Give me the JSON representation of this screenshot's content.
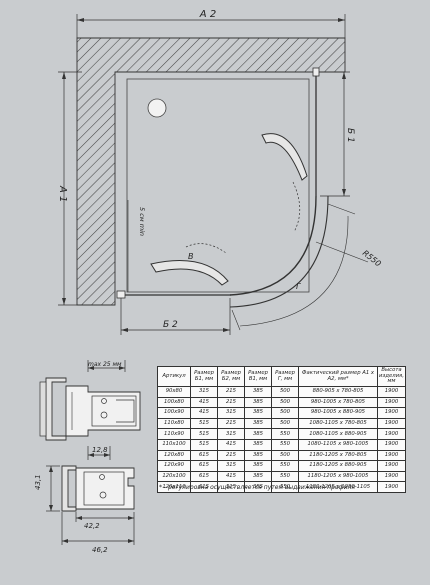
{
  "plan": {
    "label_a2": "A 2",
    "label_a1": "A 1",
    "label_b1": "Б 1",
    "label_b2": "Б 2",
    "label_b": "В",
    "label_g": "Г",
    "label_r550": "R550",
    "label_clearance": "5 см min"
  },
  "profile_top": {
    "max_label": "max 25 мм"
  },
  "profile_bottom": {
    "dim_128": "12,8",
    "dim_431": "43,1",
    "dim_422": "42,2",
    "dim_462": "46,2"
  },
  "table": {
    "headers": [
      "Артикул",
      "Размер Б1, мм",
      "Размер Б2, мм",
      "Размер В1, мм",
      "Размер Г, мм",
      "Фактический размер А1 х А2, мм*",
      "Высота изделия, мм"
    ],
    "rows": [
      [
        "90х80",
        "315",
        "215",
        "385",
        "500",
        "880-905 х 780-805",
        "1900"
      ],
      [
        "100х80",
        "415",
        "215",
        "385",
        "500",
        "980-1005 х 780-805",
        "1900"
      ],
      [
        "100х90",
        "415",
        "315",
        "385",
        "500",
        "980-1005 х 880-905",
        "1900"
      ],
      [
        "110х80",
        "515",
        "215",
        "385",
        "500",
        "1080-1105 х 780-805",
        "1900"
      ],
      [
        "110х90",
        "515",
        "315",
        "385",
        "550",
        "1080-1105 х 880-905",
        "1900"
      ],
      [
        "110х100",
        "515",
        "415",
        "385",
        "550",
        "1080-1105 х 980-1005",
        "1900"
      ],
      [
        "120х80",
        "615",
        "215",
        "385",
        "500",
        "1180-1205 х 780-805",
        "1900"
      ],
      [
        "120х90",
        "615",
        "315",
        "385",
        "550",
        "1180-1205 х 880-905",
        "1900"
      ],
      [
        "120х100",
        "615",
        "415",
        "385",
        "550",
        "1180-1205 х 980-1005",
        "1900"
      ],
      [
        "120х110",
        "615",
        "515",
        "385",
        "550",
        "1180-1205 х 1080-1105",
        "1900"
      ]
    ]
  },
  "footnote": "* - регулировка осуществляется путем выдвижения профиля"
}
